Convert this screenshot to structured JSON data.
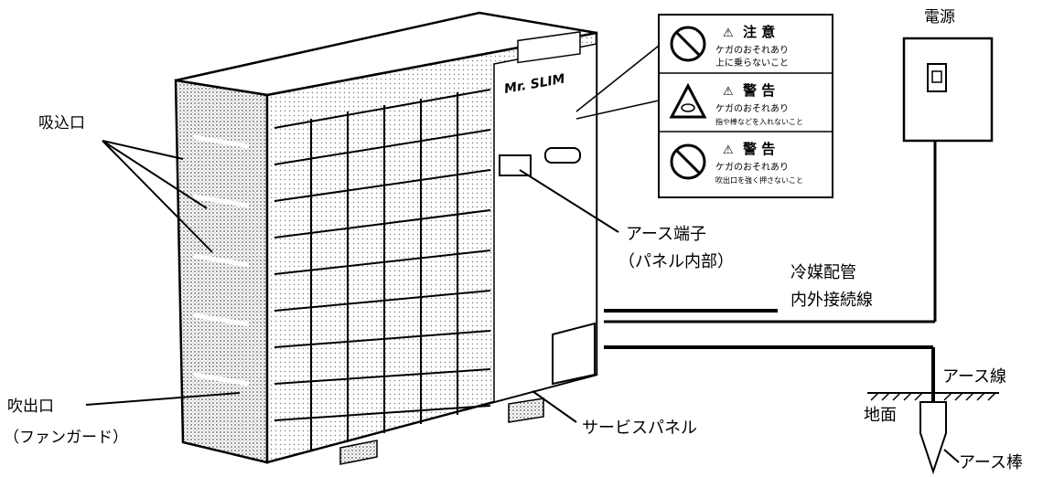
{
  "labels": {
    "inlet": "吸込口",
    "outlet_line1": "吹出口",
    "outlet_line2": "（ファンガード）",
    "power": "電源",
    "earth_terminal_line1": "アース端子",
    "earth_terminal_line2": "（パネル内部）",
    "pipe_line1": "冷媒配管",
    "pipe_line2": "内外接続線",
    "earth_wire": "アース線",
    "ground": "地面",
    "earth_rod": "アース棒",
    "service_panel": "サービスパネル"
  },
  "unit": {
    "brand": "Mr. SLIM"
  },
  "warnings": [
    {
      "icon": "no-entry-icon",
      "title": "注 意",
      "line1": "ケガのおそれあり",
      "line2": "上に乗らないこと"
    },
    {
      "icon": "caution-triangle-icon",
      "title": "警 告",
      "line1": "ケガのおそれあり",
      "line2": "指や棒などを入れないこと"
    },
    {
      "icon": "no-entry-icon",
      "title": "警 告",
      "line1": "ケガのおそれあり",
      "line2": "吹出口を強く押さないこと"
    }
  ],
  "warning_prefix": "⚠"
}
